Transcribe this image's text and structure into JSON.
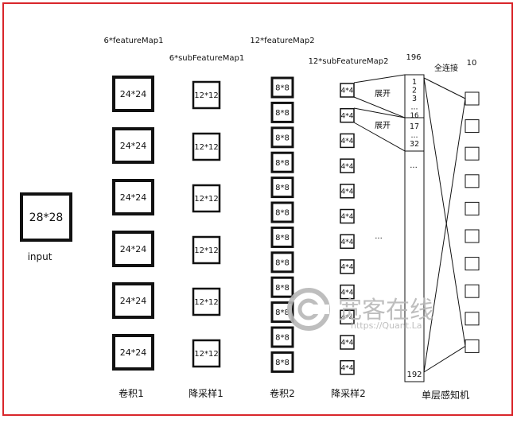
{
  "input": {
    "label": "28*28",
    "caption": "input"
  },
  "conv1": {
    "header": "6*featureMap1",
    "cell": "24*24",
    "count": 6,
    "caption": "卷积1"
  },
  "pool1": {
    "header": "6*subFeatureMap1",
    "cell": "12*12",
    "count": 6,
    "caption": "降采样1"
  },
  "conv2": {
    "header": "12*featureMap2",
    "cell": "8*8",
    "count": 12,
    "caption": "卷积2"
  },
  "pool2": {
    "header": "12*subFeatureMap2",
    "cell": "4*4",
    "count": 12,
    "caption": "降采样2",
    "ellipsis": "..."
  },
  "flatten": {
    "header": "196",
    "entries1": [
      "1",
      "2",
      "3",
      "...",
      "16"
    ],
    "entries2": [
      "17",
      "...",
      "32"
    ],
    "mid_ellipsis": "...",
    "last": "192",
    "expand_label_1": "展开",
    "expand_label_2": "展开"
  },
  "output": {
    "header": "10",
    "connect_label": "全连接",
    "count": 10,
    "caption": "单层感知机"
  },
  "watermark": {
    "text": "宽客在线",
    "url": "https://Quant.La"
  }
}
